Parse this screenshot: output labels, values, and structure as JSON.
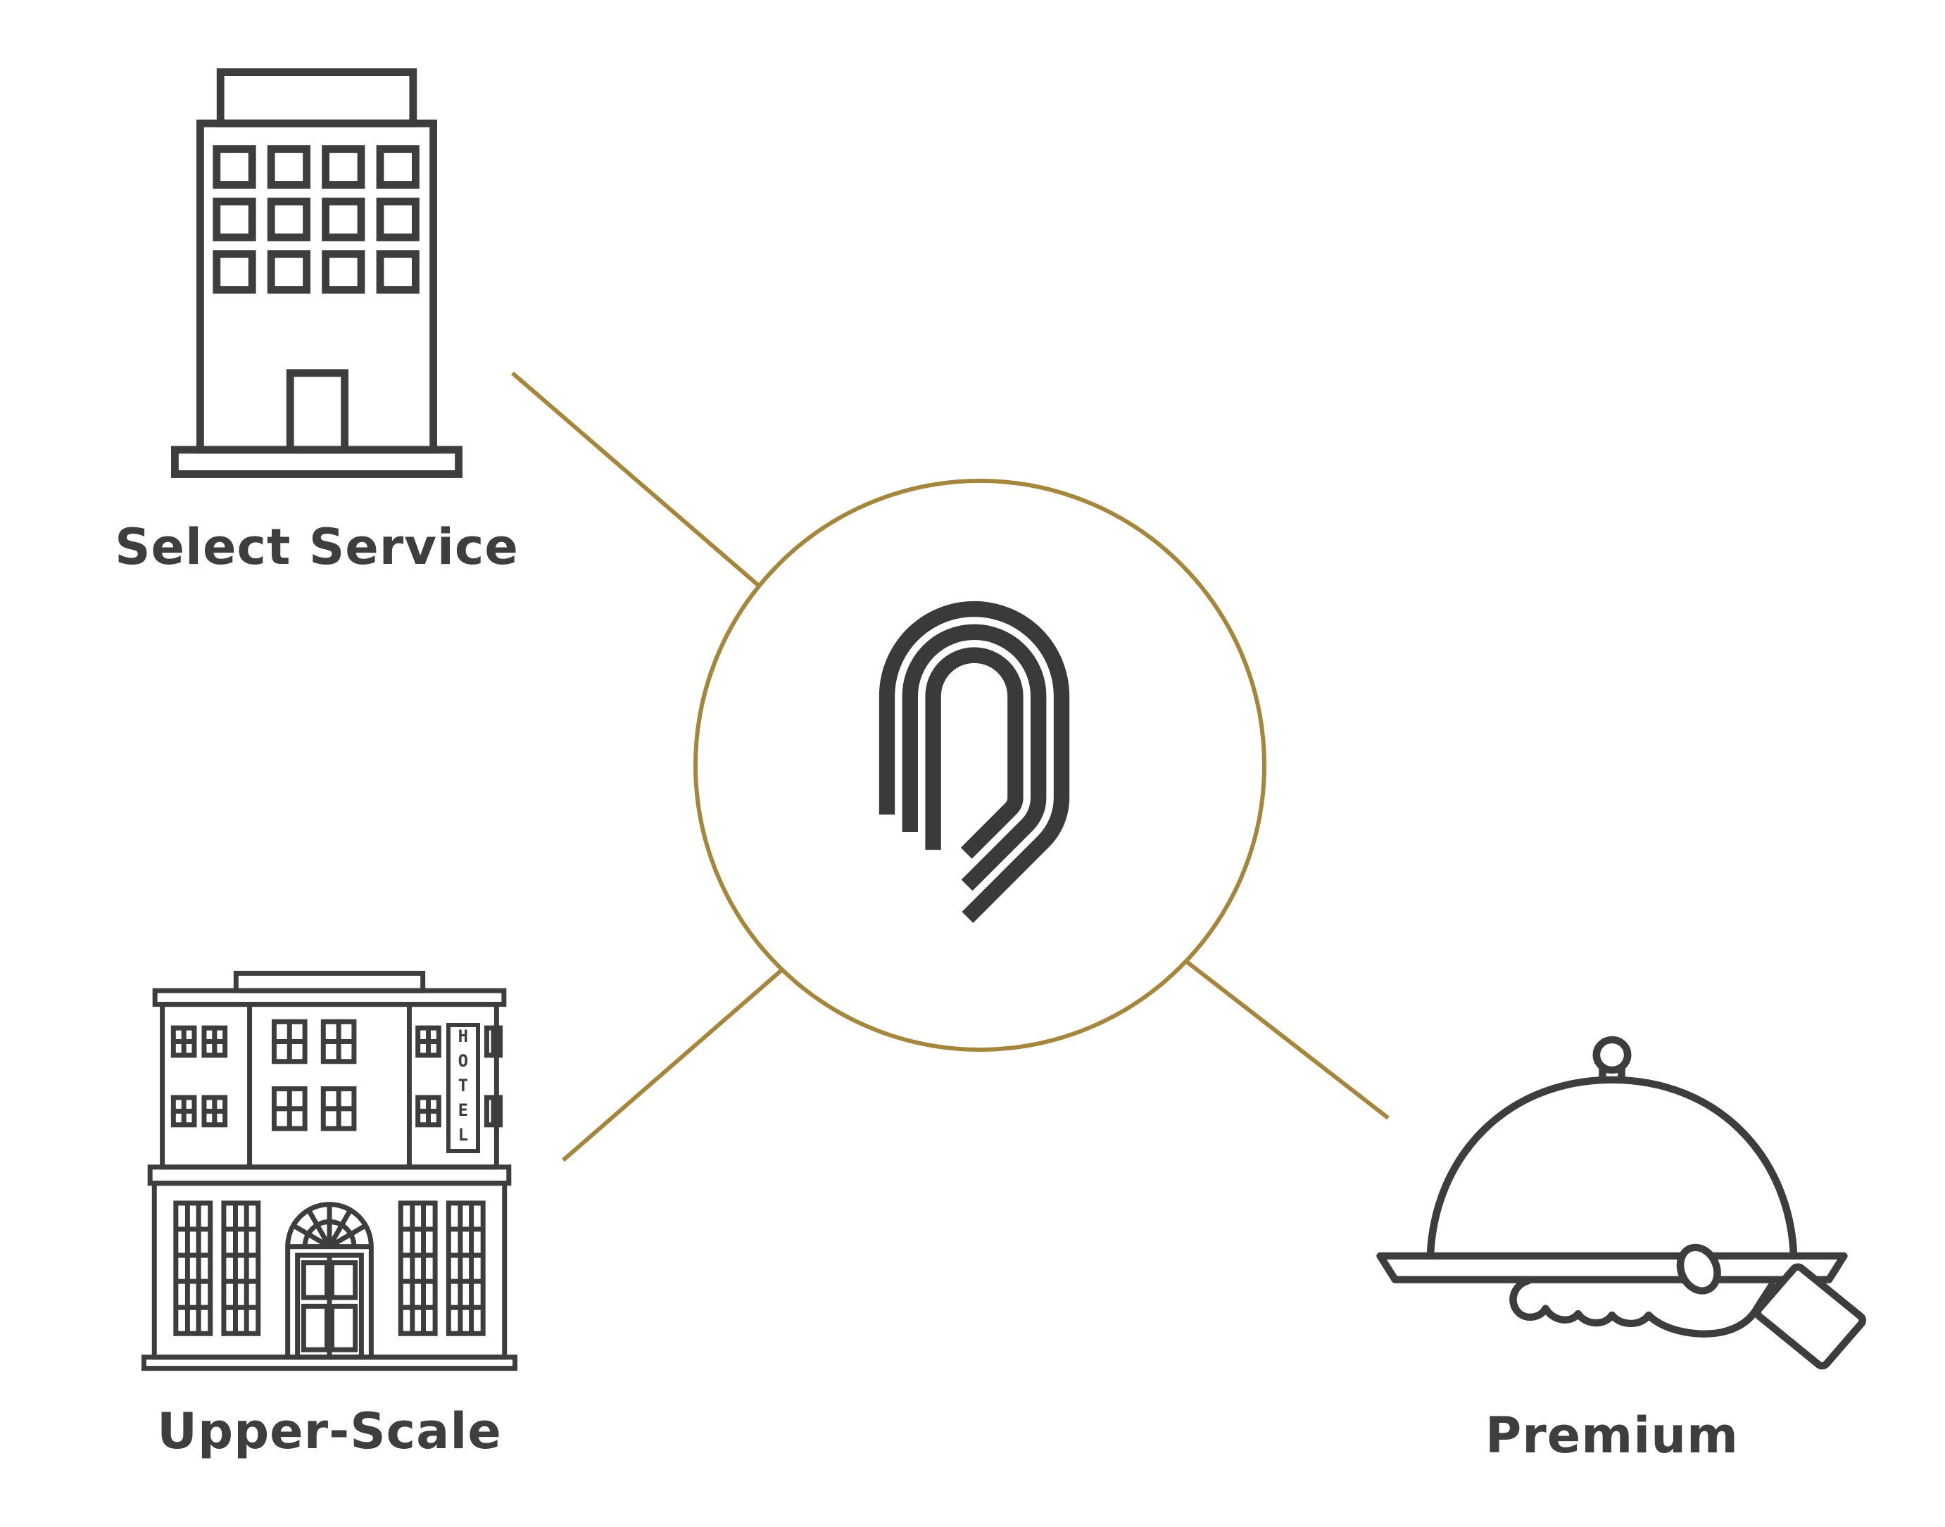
{
  "diagram": {
    "hub": {
      "logo": "brand-pin-logo"
    },
    "nodes": [
      {
        "id": "select-service",
        "label": "Select Service",
        "icon": "office-building-icon"
      },
      {
        "id": "upper-scale",
        "label": "Upper-Scale",
        "icon": "hotel-building-icon",
        "sign_text": "HOTEL"
      },
      {
        "id": "premium",
        "label": "Premium",
        "icon": "serving-tray-icon"
      }
    ],
    "colors": {
      "accent_gold": "#A4873C",
      "ink": "#3D3D3D"
    }
  }
}
